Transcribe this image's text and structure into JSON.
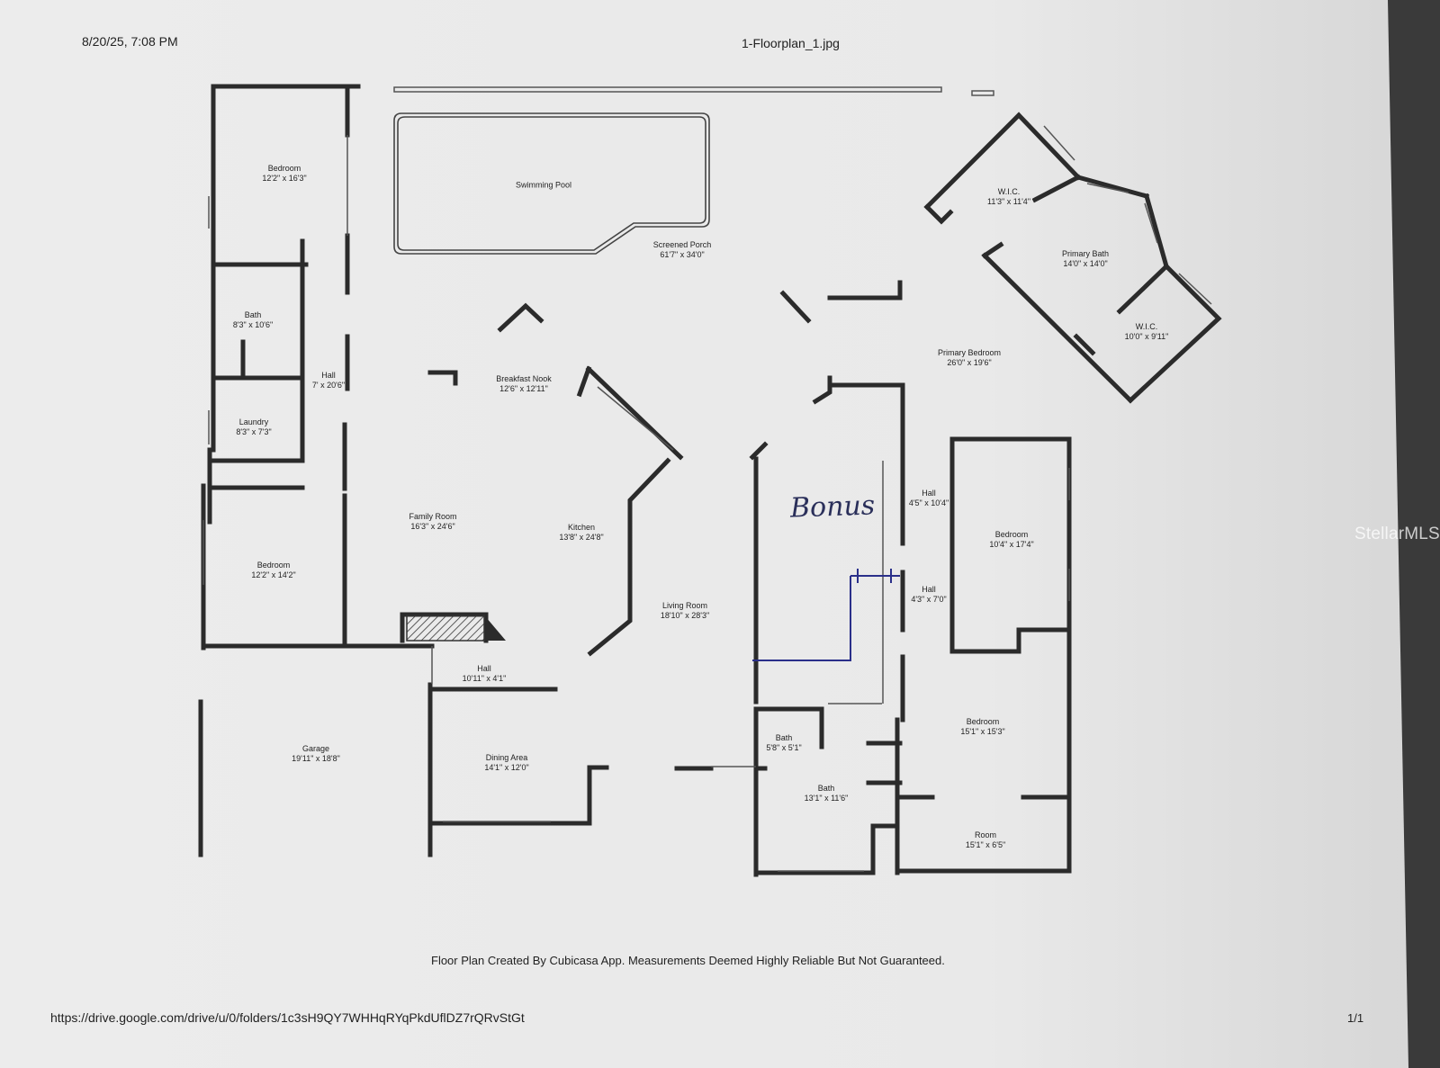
{
  "header": {
    "timestamp": "8/20/25, 7:08 PM",
    "file_name": "1-Floorplan_1.jpg"
  },
  "rooms": {
    "bedroom_nw": {
      "name": "Bedroom",
      "dims": "12'2\" x 16'3\""
    },
    "swimming_pool": {
      "name": "Swimming Pool"
    },
    "screened_porch": {
      "name": "Screened Porch",
      "dims": "61'7\" x 34'0\""
    },
    "wic_1": {
      "name": "W.I.C.",
      "dims": "11'3\" x 11'4\""
    },
    "primary_bath": {
      "name": "Primary Bath",
      "dims": "14'0\" x 14'0\""
    },
    "wic_2": {
      "name": "W.I.C.",
      "dims": "10'0\" x 9'11\""
    },
    "bath_west": {
      "name": "Bath",
      "dims": "8'3\" x 10'6\""
    },
    "hall_west": {
      "name": "Hall",
      "dims": "7' x 20'6\""
    },
    "laundry": {
      "name": "Laundry",
      "dims": "8'3\" x 7'3\""
    },
    "breakfast_nook": {
      "name": "Breakfast Nook",
      "dims": "12'6\" x 12'11\""
    },
    "primary_bedroom": {
      "name": "Primary Bedroom",
      "dims": "26'0\" x 19'6\""
    },
    "family_room": {
      "name": "Family Room",
      "dims": "16'3\" x 24'6\""
    },
    "kitchen": {
      "name": "Kitchen",
      "dims": "13'8\" x 24'8\""
    },
    "bedroom_sw": {
      "name": "Bedroom",
      "dims": "12'2\" x 14'2\""
    },
    "hall_east_1": {
      "name": "Hall",
      "dims": "4'5\" x 10'4\""
    },
    "bedroom_east": {
      "name": "Bedroom",
      "dims": "10'4\" x 17'4\""
    },
    "hall_east_2": {
      "name": "Hall",
      "dims": "4'3\" x 7'0\""
    },
    "living_room": {
      "name": "Living Room",
      "dims": "18'10\" x 28'3\""
    },
    "hall_south": {
      "name": "Hall",
      "dims": "10'11\" x 4'1\""
    },
    "garage": {
      "name": "Garage",
      "dims": "19'11\" x 18'8\""
    },
    "dining_area": {
      "name": "Dining Area",
      "dims": "14'1\" x 12'0\""
    },
    "bath_small": {
      "name": "Bath",
      "dims": "5'8\" x 5'1\""
    },
    "bath_south": {
      "name": "Bath",
      "dims": "13'1\" x 11'6\""
    },
    "bedroom_se": {
      "name": "Bedroom",
      "dims": "15'1\" x 15'3\""
    },
    "room_se": {
      "name": "Room",
      "dims": "15'1\" x 6'5\""
    }
  },
  "handwritten_label": "Bonus",
  "footer": {
    "disclaimer": "Floor Plan Created By Cubicasa App. Measurements Deemed Highly Reliable But Not Guaranteed.",
    "url": "https://drive.google.com/drive/u/0/folders/1c3sH9QY7WHHqRYqPkdUflDZ7rQRvStGt",
    "page_count": "1/1"
  },
  "watermark": "StellarMLS",
  "colors": {
    "background": "#3a3a3a",
    "paper": "#eeeeee",
    "wall": "#2b2b2b",
    "pen_ink": "#2a2f8a"
  }
}
